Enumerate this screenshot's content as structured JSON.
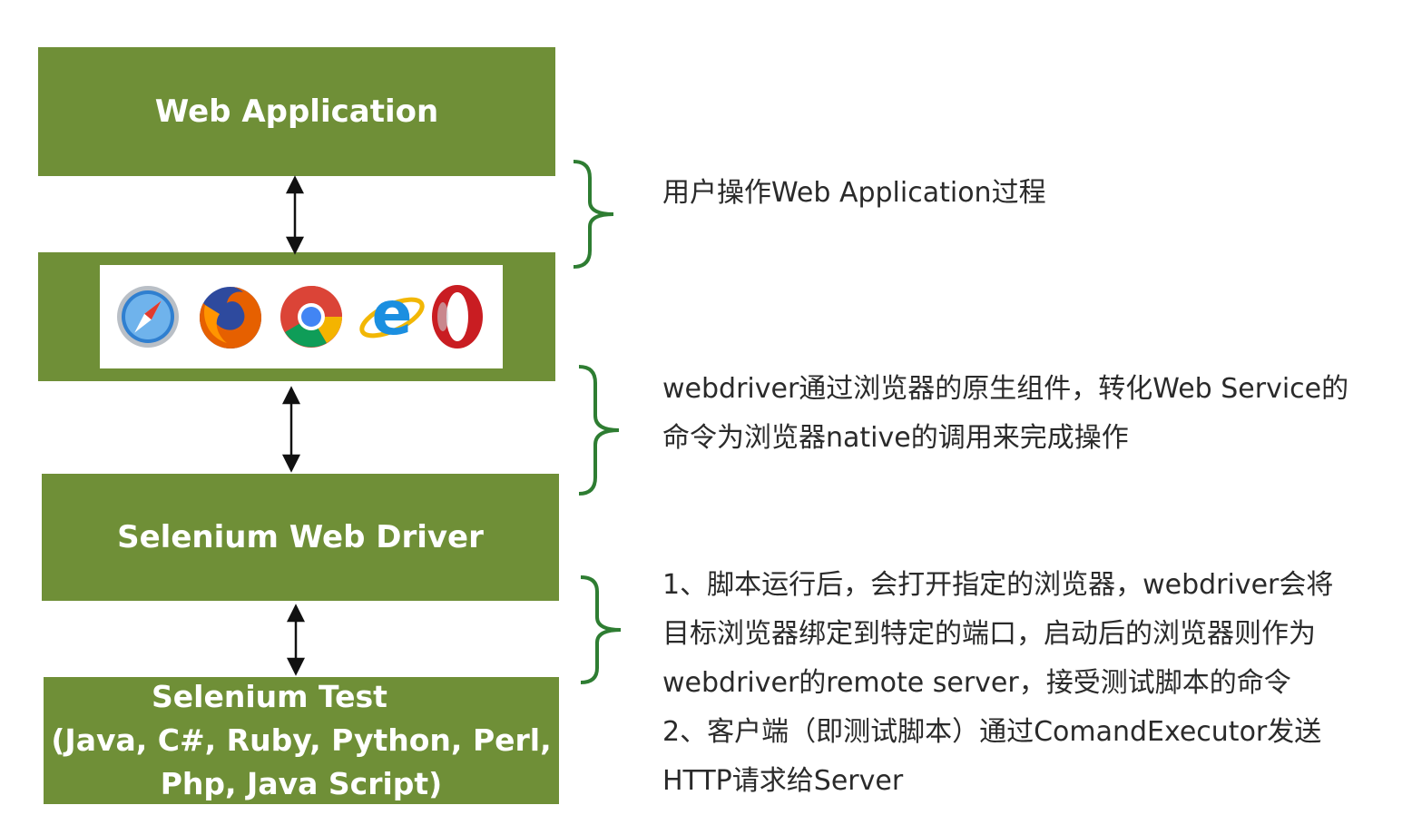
{
  "stack": {
    "web_application": "Web Application",
    "browsers": [
      "safari-icon",
      "firefox-icon",
      "chrome-icon",
      "ie-icon",
      "opera-icon"
    ],
    "selenium_web_driver": "Selenium Web Driver",
    "selenium_test": {
      "line1": "Selenium Test",
      "line2": "(Java, C#, Ruby, Python, Perl,",
      "line3": "Php, Java Script)"
    }
  },
  "notes": {
    "user_operation": "用户操作Web Application过程",
    "webdriver_native": {
      "line1": "webdriver通过浏览器的原生组件，转化Web Service的",
      "line2": "命令为浏览器native的调用来完成操作"
    },
    "script_flow": {
      "line1": "1、脚本运行后，会打开指定的浏览器，webdriver会将",
      "line2": "目标浏览器绑定到特定的端口，启动后的浏览器则作为",
      "line3": "webdriver的remote server，接受测试脚本的命令",
      "line4": "2、客户端（即测试脚本）通过ComandExecutor发送",
      "line5": "HTTP请求给Server"
    }
  },
  "colors": {
    "box_fill": "#6f8f37",
    "brace": "#2e7d32",
    "arrow": "#111111"
  }
}
